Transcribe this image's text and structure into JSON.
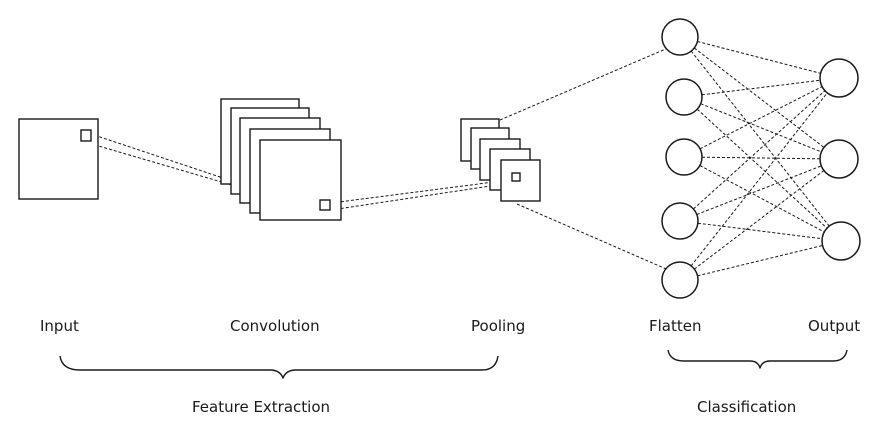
{
  "labels": {
    "input": "Input",
    "convolution": "Convolution",
    "pooling": "Pooling",
    "flatten": "Flatten",
    "output": "Output",
    "feature_extraction": "Feature Extraction",
    "classification": "Classification"
  },
  "stroke_color": "#1a1a1a",
  "background_color": "#ffffff",
  "structure": {
    "convolution_feature_maps": 5,
    "pooling_feature_maps": 5,
    "flatten_nodes": 5,
    "output_nodes": 3
  }
}
